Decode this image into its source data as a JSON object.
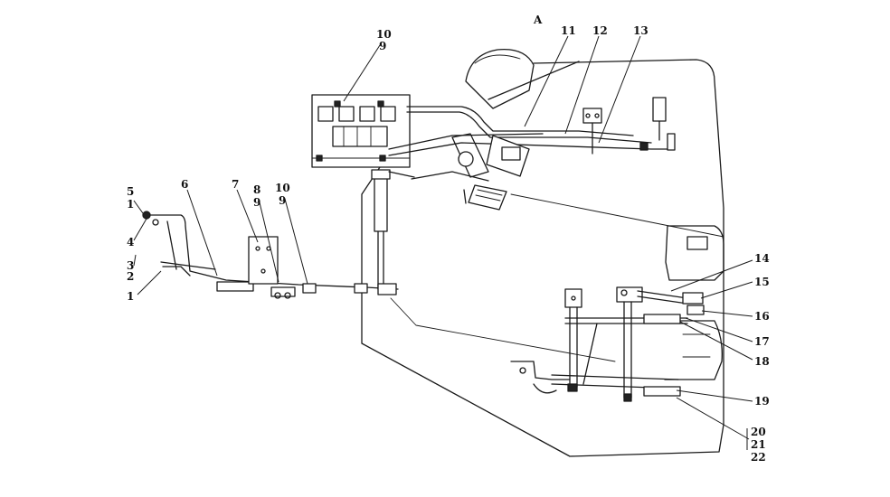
{
  "view_label": "A",
  "callouts": {
    "c1a": "1",
    "c2": "2",
    "c3": "3",
    "c4": "4",
    "c5": "5",
    "c1b": "1",
    "c6": "6",
    "c7": "7",
    "c8": "8",
    "c9a": "9",
    "c10a": "10",
    "c9b": "9",
    "c10b": "10",
    "c9c": "9",
    "c11": "11",
    "c12": "12",
    "c13": "13",
    "c14": "14",
    "c15": "15",
    "c16": "16",
    "c17": "17",
    "c18": "18",
    "c19": "19",
    "c20": "20",
    "c21": "21",
    "c22": "22"
  }
}
